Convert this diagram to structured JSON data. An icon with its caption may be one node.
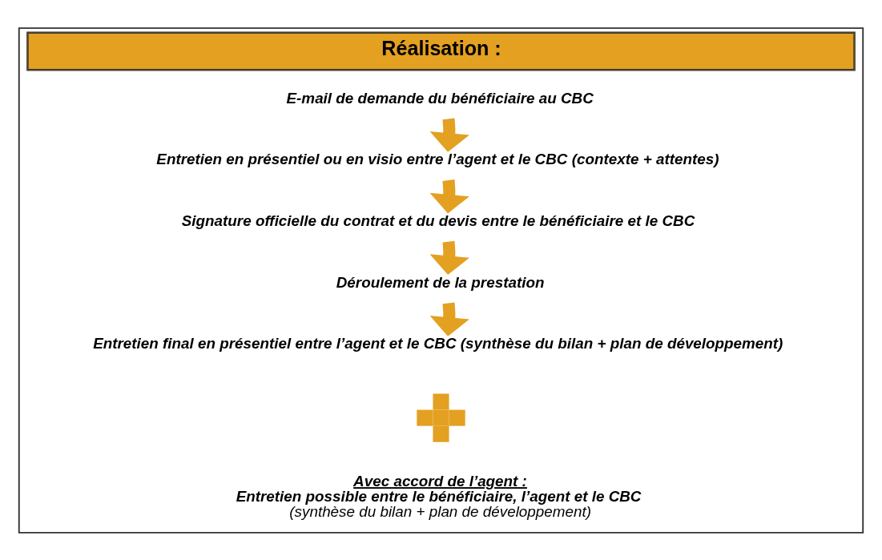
{
  "diagram": {
    "nodes": [
      {
        "text": [
          "Réalisation :"
        ]
      },
      {
        "text": [
          "E-mail de demande du bénéficiaire au CBC"
        ],
        "in": 0
      },
      {
        "text": [
          "Entretien en présentiel ou en visio entre l’agent et le CBC (contexte + attentes)"
        ],
        "in": 0
      },
      {
        "text": [
          "Signature officielle du contrat et du devis entre le bénéficiaire et le CBC"
        ],
        "in": 0
      },
      {
        "text": [
          "Déroulement de la prestation"
        ],
        "in": 0
      },
      {
        "text": [
          "Entretien final en présentiel entre l’agent et le CBC (synthèse du bilan + plan de développement)"
        ],
        "in": 0
      },
      {
        "text": [],
        "shape": "plus",
        "in": 0
      },
      {
        "text": [
          "Avec accord de l’agent :",
          "Entretien possible entre le bénéficiaire, l’agent et le CBC",
          "(synthèse du bilan + plan de développement)"
        ],
        "in": 0
      }
    ],
    "edges": [
      {
        "from": 1,
        "to": 2,
        "arrow": "to"
      },
      {
        "from": 2,
        "to": 3,
        "arrow": "to"
      },
      {
        "from": 3,
        "to": 4,
        "arrow": "to"
      },
      {
        "from": 4,
        "to": 5,
        "arrow": "to"
      }
    ]
  }
}
